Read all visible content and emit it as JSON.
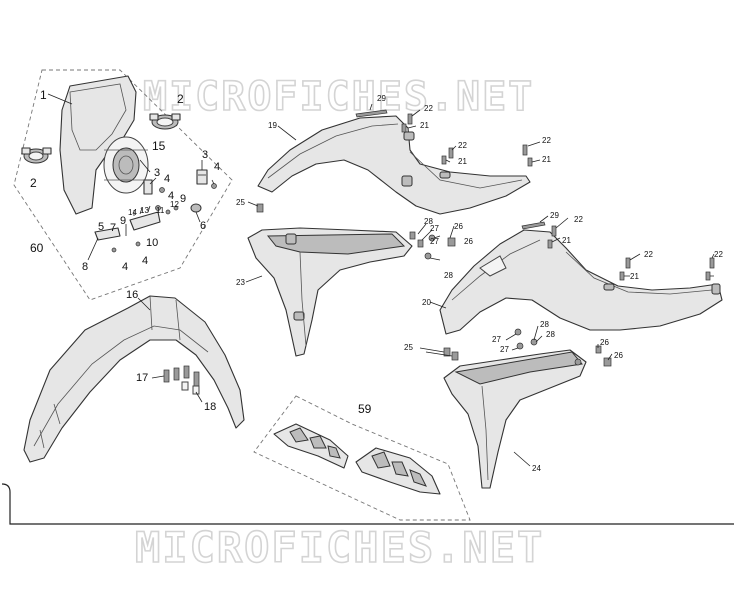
{
  "watermark": {
    "text_top": "MICROFICHES.NET",
    "text_bottom": "MICROFICHES.NET"
  },
  "callouts": {
    "c1": "1",
    "c2a": "2",
    "c2b": "2",
    "c3a": "3",
    "c3b": "3",
    "c4a": "4",
    "c4b": "4",
    "c4c": "4",
    "c4d": "4",
    "c4e": "4",
    "c5": "5",
    "c6": "6",
    "c7": "7",
    "c8": "8",
    "c9a": "9",
    "c9b": "9",
    "c10": "10",
    "c11": "11",
    "c12": "12",
    "c13": "13",
    "c14": "14",
    "c15": "15",
    "c16": "16",
    "c17": "17",
    "c18": "18",
    "c19": "19",
    "c20": "20",
    "c21a": "21",
    "c21b": "21",
    "c21c": "21",
    "c21d": "21",
    "c21e": "21",
    "c22a": "22",
    "c22b": "22",
    "c22c": "22",
    "c22d": "22",
    "c22e": "22",
    "c22f": "22",
    "c23": "23",
    "c24": "24",
    "c25a": "25",
    "c25b": "25",
    "c26a": "26",
    "c26b": "26",
    "c26c": "26",
    "c26d": "26",
    "c27a": "27",
    "c27b": "27",
    "c27c": "27",
    "c27d": "27",
    "c28a": "28",
    "c28b": "28",
    "c28c": "28",
    "c28d": "28",
    "c29a": "29",
    "c29b": "29",
    "c59": "59",
    "c60": "60"
  }
}
